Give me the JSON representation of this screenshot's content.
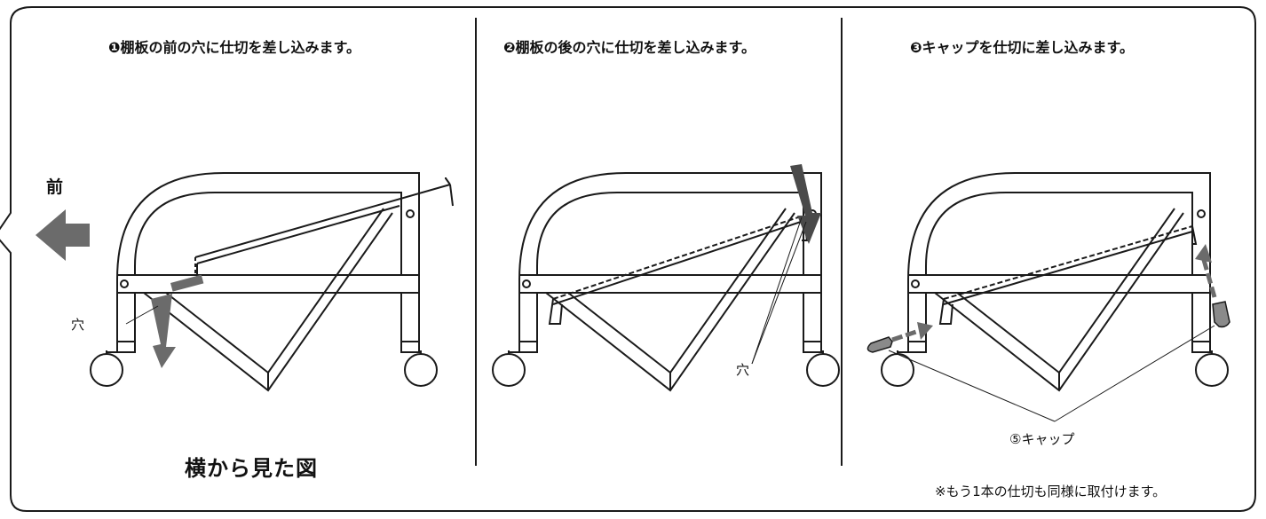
{
  "steps": [
    {
      "title": "❶棚板の前の穴に仕切を差し込みます。"
    },
    {
      "title": "❷棚板の後の穴に仕切を差し込みます。"
    },
    {
      "title": "❸キャップを仕切に差し込みます。"
    }
  ],
  "direction_label": "前",
  "hole_label": "穴",
  "cap_label": "⑤キャップ",
  "view_title": "横から見た図",
  "footnote": "※もう1本の仕切も同様に取付けます。",
  "colors": {
    "line": "#1a1a1a",
    "arrow": "#6b6b6b",
    "background": "#ffffff"
  }
}
